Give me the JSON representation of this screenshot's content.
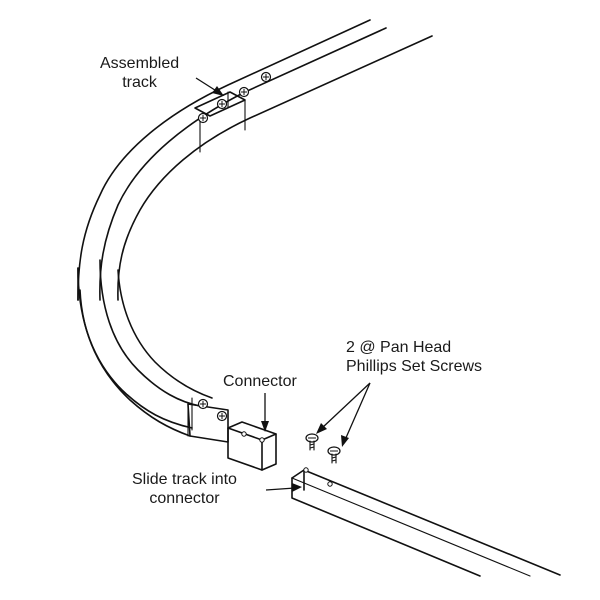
{
  "labels": {
    "assembled_track_line1": "Assembled",
    "assembled_track_line2": "track",
    "connector": "Connector",
    "screws_line1": "2 @ Pan Head",
    "screws_line2": "Phillips Set Screws",
    "slide_line1": "Slide track into",
    "slide_line2": "connector"
  },
  "colors": {
    "line": "#111111",
    "background": "#ffffff"
  }
}
